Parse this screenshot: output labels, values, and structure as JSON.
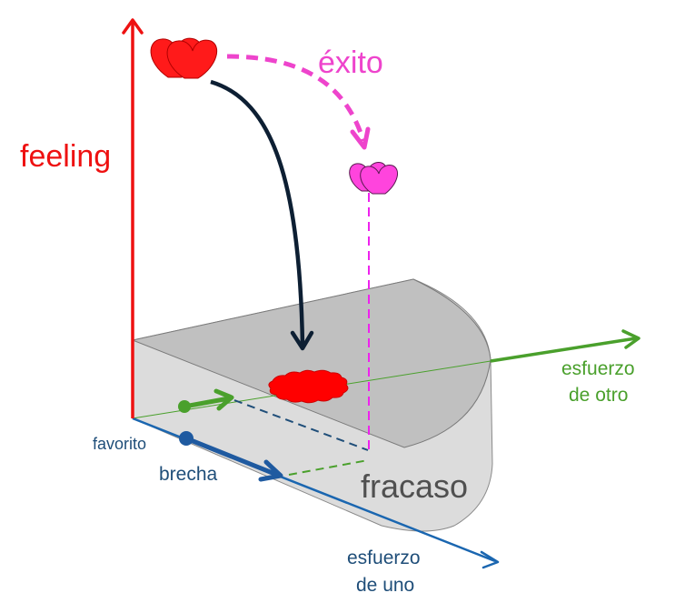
{
  "labels": {
    "feeling": "feeling",
    "exito": "éxito",
    "esfuerzo_otro_1": "esfuerzo",
    "esfuerzo_otro_2": "de otro",
    "esfuerzo_uno_1": "esfuerzo",
    "esfuerzo_uno_2": "de uno",
    "favorito": "favorito",
    "brecha": "brecha",
    "fracaso": "fracaso"
  },
  "colors": {
    "feeling_axis": "#ee1111",
    "exito": "#ee44cc",
    "other_axis": "#4aa02c",
    "own_axis": "#1a66b0",
    "own_text": "#1f4e79",
    "fall_arrow": "#0d1f33",
    "fracaso_text": "#505050",
    "block_top": "#c0c0c0",
    "block_side": "#dcdcdc",
    "heart_red": "#ff1010",
    "heart_pink": "#ff44dd",
    "splat": "#ff0000"
  },
  "icons": {
    "start_heart": "heart-icon",
    "success_heart": "heart-icon",
    "failure_splat": "splat-icon"
  }
}
